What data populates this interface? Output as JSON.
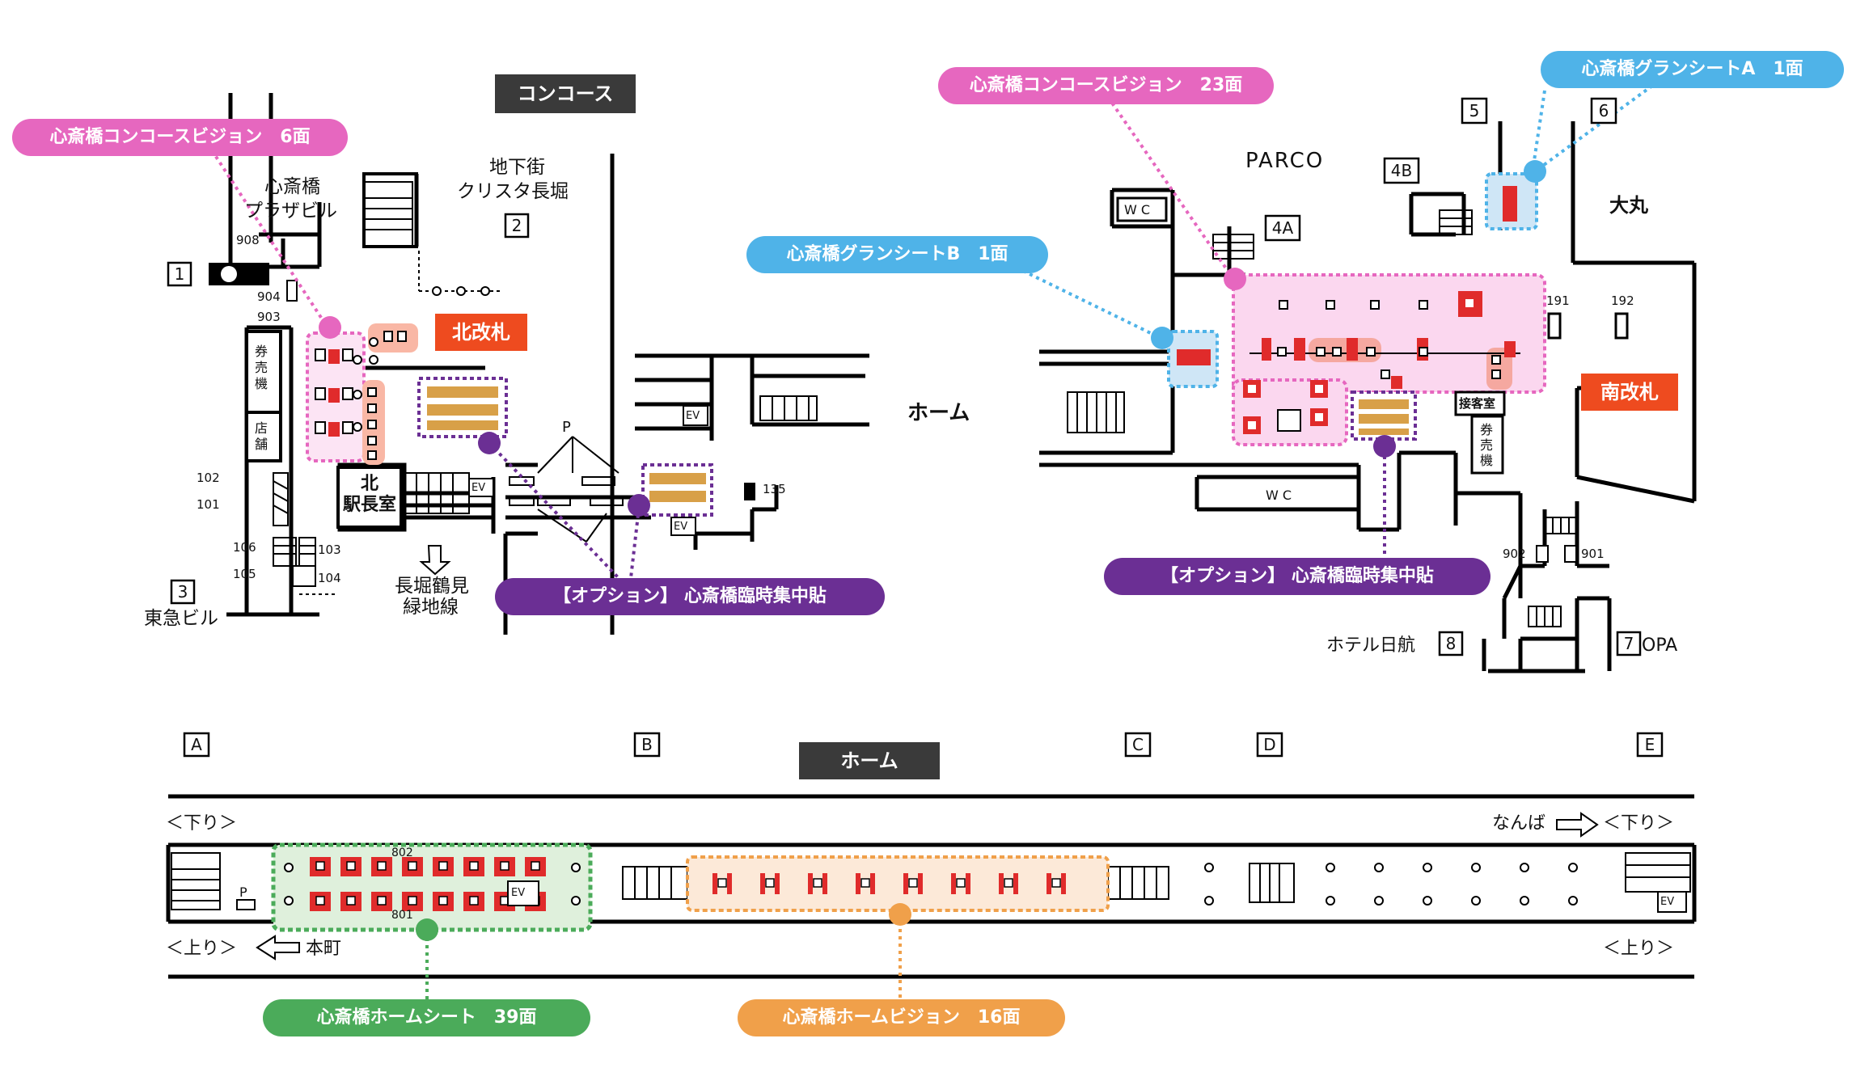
{
  "colors": {
    "pink": "#e667bf",
    "blue": "#4fb3e8",
    "purple": "#6b2f94",
    "green": "#4bab5a",
    "orange": "#f0a04a",
    "red_gate": "#ee4b1f",
    "dark_header": "#3a3a3a",
    "ad_red": "#e02b2b",
    "ad_brown": "#d8a048"
  },
  "concourse": {
    "header": "コンコース",
    "north_gate": "北改札",
    "south_gate": "南改札",
    "platform_label": "ホーム",
    "labels": {
      "plaza_bldg_1": "心斎橋",
      "plaza_bldg_2": "プラザビル",
      "crysta_1": "地下街",
      "crysta_2": "クリスタ長堀",
      "ticket_machine": "券売機",
      "shop": "店舗",
      "station_master_1": "北",
      "station_master_2": "駅長室",
      "nagahori_1": "長堀鶴見",
      "nagahori_2": "緑地線",
      "tokyu_bldg": "東急ビル",
      "parco": "PARCO",
      "daimaru": "大丸",
      "reception": "接客室",
      "ticket_machine_s": "券売機",
      "hotel": "ホテル日航",
      "opa": "OPA",
      "wc1": "W C",
      "wc2": "W C",
      "ev": "EV",
      "p": "P"
    },
    "exits": [
      "1",
      "2",
      "3",
      "4A",
      "4B",
      "5",
      "6",
      "7",
      "8"
    ],
    "numbers": [
      "908",
      "904",
      "903",
      "102",
      "101",
      "106",
      "105",
      "103",
      "104",
      "135",
      "191",
      "192",
      "902",
      "901"
    ]
  },
  "callouts": {
    "concourse_vision_6": "心斎橋コンコースビジョン　6面",
    "concourse_vision_23": "心斎橋コンコースビジョン　23面",
    "grand_sheet_a": "心斎橋グランシートA　1面",
    "grand_sheet_b": "心斎橋グランシートB　1面",
    "option_left": "【オプション】 心斎橋臨時集中貼",
    "option_right": "【オプション】 心斎橋臨時集中貼",
    "home_sheet": "心斎橋ホームシート　39面",
    "home_vision": "心斎橋ホームビジョン　16面"
  },
  "platform": {
    "header": "ホーム",
    "cars": [
      "A",
      "B",
      "C",
      "D",
      "E"
    ],
    "down_left": "＜下り＞",
    "down_right": "＜下り＞",
    "up_left": "＜上り＞",
    "up_right": "＜上り＞",
    "namba": "なんば",
    "honmachi": "本町",
    "n802": "802",
    "n801": "801"
  }
}
